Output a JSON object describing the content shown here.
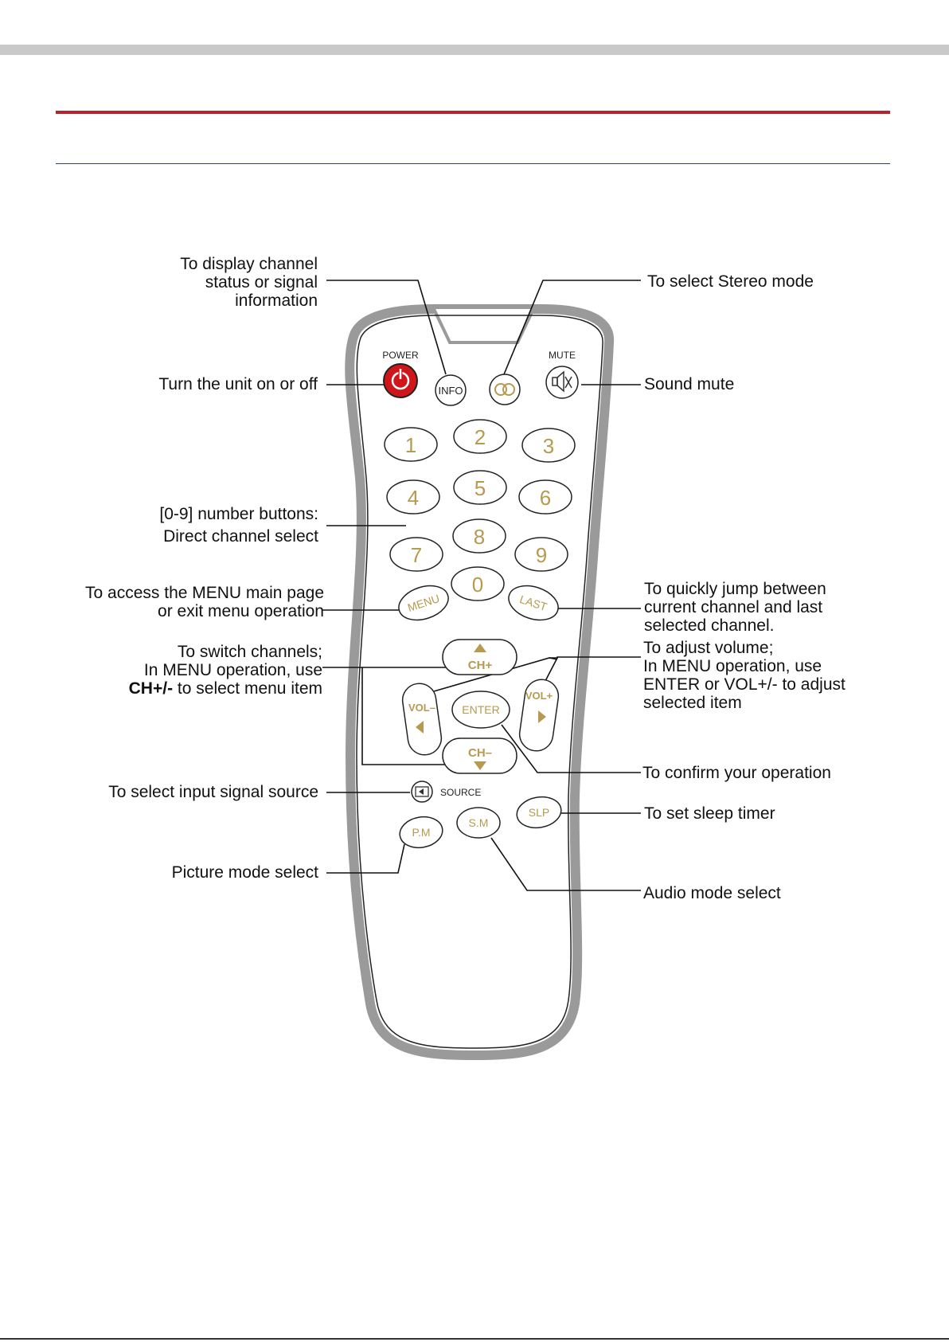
{
  "remote": {
    "power_label": "POWER",
    "mute_label": "MUTE",
    "info_label": "INFO",
    "menu_label": "MENU",
    "last_label": "LAST",
    "ch_up_label": "CH+",
    "ch_down_label": "CH–",
    "vol_down_label": "VOL–",
    "vol_up_label": "VOL+",
    "enter_label": "ENTER",
    "source_label": "SOURCE",
    "slp_label": "SLP",
    "pm_label": "P.M",
    "sm_label": "S.M",
    "digits": [
      "1",
      "2",
      "3",
      "4",
      "5",
      "6",
      "7",
      "8",
      "9",
      "0"
    ],
    "colors": {
      "body_outline": "#9a9a9a",
      "button_text": "#b79a50",
      "power": "#d0161b",
      "lines": "#111111"
    }
  },
  "annotations": {
    "info": [
      "To display channel",
      "status or signal",
      "information"
    ],
    "stereo": "To select Stereo mode",
    "power": "Turn the unit on or off",
    "mute": "Sound mute",
    "numbers": [
      "[0-9] number buttons:",
      "Direct channel select"
    ],
    "menu": [
      "To access the MENU main page",
      "or exit menu operation"
    ],
    "last": [
      "To quickly jump between",
      "current channel and last",
      "selected channel."
    ],
    "channel": [
      "To switch channels;",
      "In MENU operation, use"
    ],
    "channel_bold": "CH+/-",
    "channel_tail": " to select menu item",
    "volume": [
      "To adjust volume;",
      "In MENU operation, use",
      "ENTER or VOL+/- to adjust",
      "selected item"
    ],
    "confirm": "To confirm your operation",
    "source": "To select input signal source",
    "sleep": "To set sleep timer",
    "picture": "Picture mode select",
    "audio": "Audio mode select"
  }
}
